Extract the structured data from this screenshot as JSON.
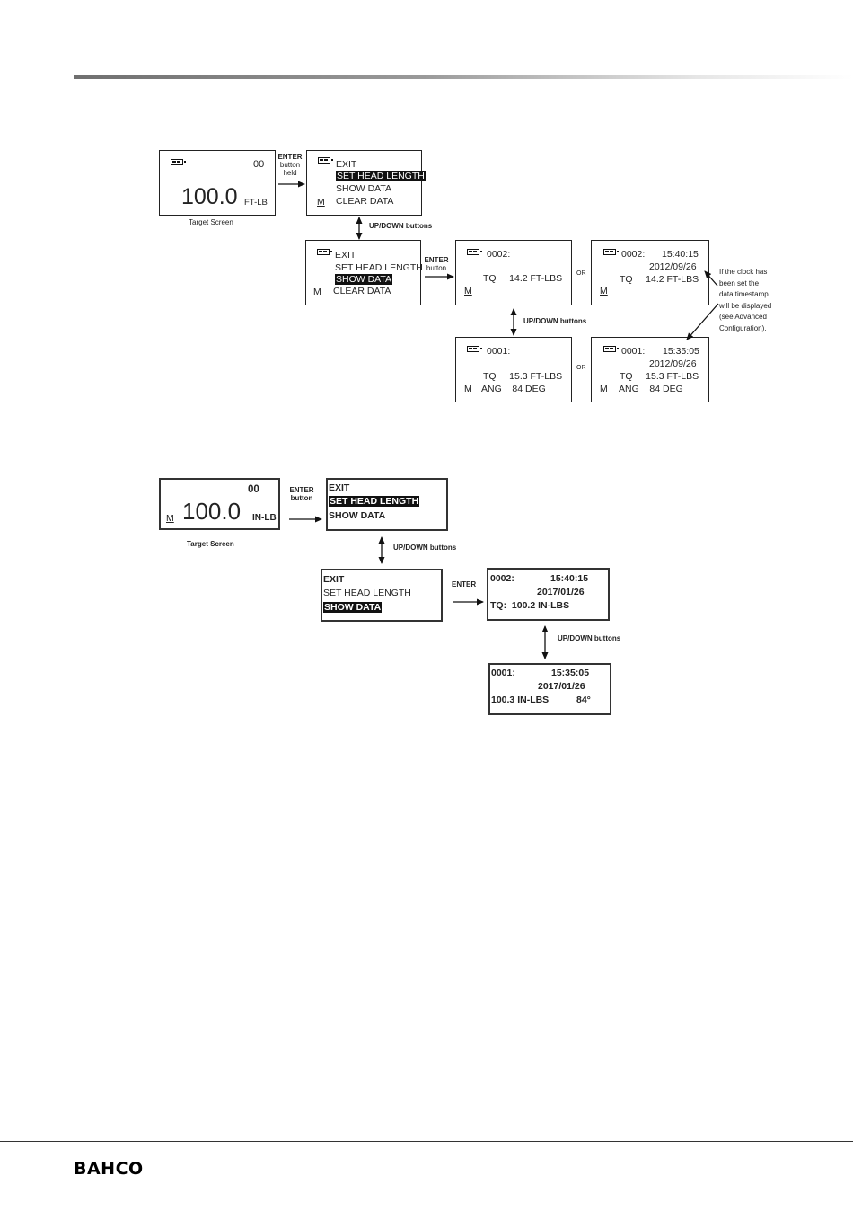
{
  "brand": {
    "logo_text": "BAHCO"
  },
  "diagram1": {
    "target_screen": {
      "counter": "00",
      "value": "100.0",
      "unit": "FT-LB",
      "caption": "Target  Screen"
    },
    "enter_held_label": [
      "ENTER",
      "button",
      "held"
    ],
    "menu1": {
      "items": [
        "EXIT",
        "SET HEAD LENGTH",
        "SHOW DATA",
        "CLEAR DATA"
      ],
      "memory": "M"
    },
    "updown_label": "UP/DOWN buttons",
    "menu2": {
      "items": [
        "EXIT",
        "SET HEAD LENGTH",
        "SHOW DATA",
        "CLEAR DATA"
      ],
      "memory": "M"
    },
    "enter_button_label": [
      "ENTER",
      "button"
    ],
    "record_0002": {
      "id": "0002:",
      "torque": "TQ     14.2 FT-LBS",
      "memory": "M"
    },
    "record_0002_ts": {
      "id": "0002:",
      "time": "15:40:15",
      "date": "2012/09/26",
      "torque": "TQ     14.2 FT-LBS",
      "memory": "M"
    },
    "or_label": "OR",
    "updown_label2": "UP/DOWN buttons",
    "record_0001": {
      "id": "0001:",
      "torque": "TQ     15.3 FT-LBS",
      "angle": "ANG    84 DEG",
      "memory": "M"
    },
    "record_0001_ts": {
      "id": "0001:",
      "time": "15:35:05",
      "date": "2012/09/26",
      "torque": "TQ     15.3 FT-LBS",
      "angle": "ANG    84 DEG",
      "memory": "M"
    },
    "note_lines": [
      "If the clock has",
      "been set the",
      "data timestamp",
      "will be displayed",
      "(see Advanced",
      "Configuration)."
    ]
  },
  "diagram2": {
    "target_screen": {
      "counter": "00",
      "memory": "M",
      "value": "100.0",
      "unit": "IN-LB",
      "caption": "Target  Screen"
    },
    "enter_button_label": [
      "ENTER",
      "button"
    ],
    "menu1": {
      "items": [
        "EXIT",
        "SET HEAD LENGTH",
        "SHOW DATA"
      ]
    },
    "updown_label": "UP/DOWN buttons",
    "menu2": {
      "items": [
        "EXIT",
        "SET HEAD LENGTH",
        "SHOW DATA"
      ]
    },
    "enter_label": "ENTER",
    "record_0002": {
      "id": "0002:",
      "time": "15:40:15",
      "date": "2017/01/26",
      "torque": "TQ:  100.2 IN-LBS"
    },
    "updown_label2": "UP/DOWN buttons",
    "record_0001": {
      "id": "0001:",
      "time": "15:35:05",
      "date": "2017/01/26",
      "torque": "100.3 IN-LBS",
      "angle": "84°"
    }
  }
}
